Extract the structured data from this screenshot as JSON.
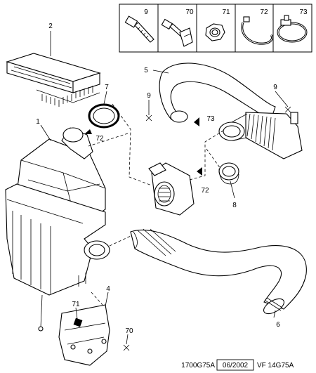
{
  "parts_panel": {
    "items": [
      {
        "label": "9",
        "icon": "screw-icon"
      },
      {
        "label": "70",
        "icon": "bolt-with-clip-icon"
      },
      {
        "label": "71",
        "icon": "nut-icon"
      },
      {
        "label": "72",
        "icon": "hose-clamp-icon"
      },
      {
        "label": "73",
        "icon": "worm-clamp-icon"
      }
    ]
  },
  "callouts": {
    "c2": "2",
    "c7": "7",
    "c72a": "72",
    "c1": "1",
    "c5": "5",
    "c9a": "9",
    "c73": "73",
    "c9b": "9",
    "c72b": "72",
    "c8": "8",
    "c4": "4",
    "c71": "71",
    "c70": "70",
    "c6": "6"
  },
  "footer": {
    "ref_code": "1700G75A",
    "date": "06/2002",
    "drawing_code": "VF 14G75A"
  }
}
